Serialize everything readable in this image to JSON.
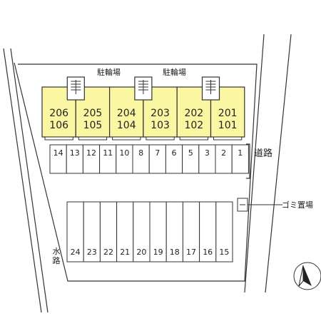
{
  "labels": {
    "bicycle_parking_left": "駐輪場",
    "bicycle_parking_right": "駐輪場",
    "road": "道路",
    "garbage": "ゴミ置場",
    "waterway": "水路"
  },
  "units": [
    {
      "upper": "206",
      "lower": "106"
    },
    {
      "upper": "205",
      "lower": "105"
    },
    {
      "upper": "204",
      "lower": "104"
    },
    {
      "upper": "203",
      "lower": "103"
    },
    {
      "upper": "202",
      "lower": "102"
    },
    {
      "upper": "201",
      "lower": "101"
    }
  ],
  "parking_top": [
    "14",
    "13",
    "12",
    "11",
    "10",
    "8",
    "7",
    "6",
    "5",
    "3",
    "2",
    "1"
  ],
  "parking_bottom": [
    "24",
    "23",
    "22",
    "21",
    "20",
    "19",
    "18",
    "17",
    "16",
    "15"
  ],
  "colors": {
    "building_fill": "#fbf6a2",
    "line": "#333333",
    "background": "#ffffff"
  },
  "icons": {
    "north": "north-arrow-icon",
    "stairs": "stair-icon"
  }
}
